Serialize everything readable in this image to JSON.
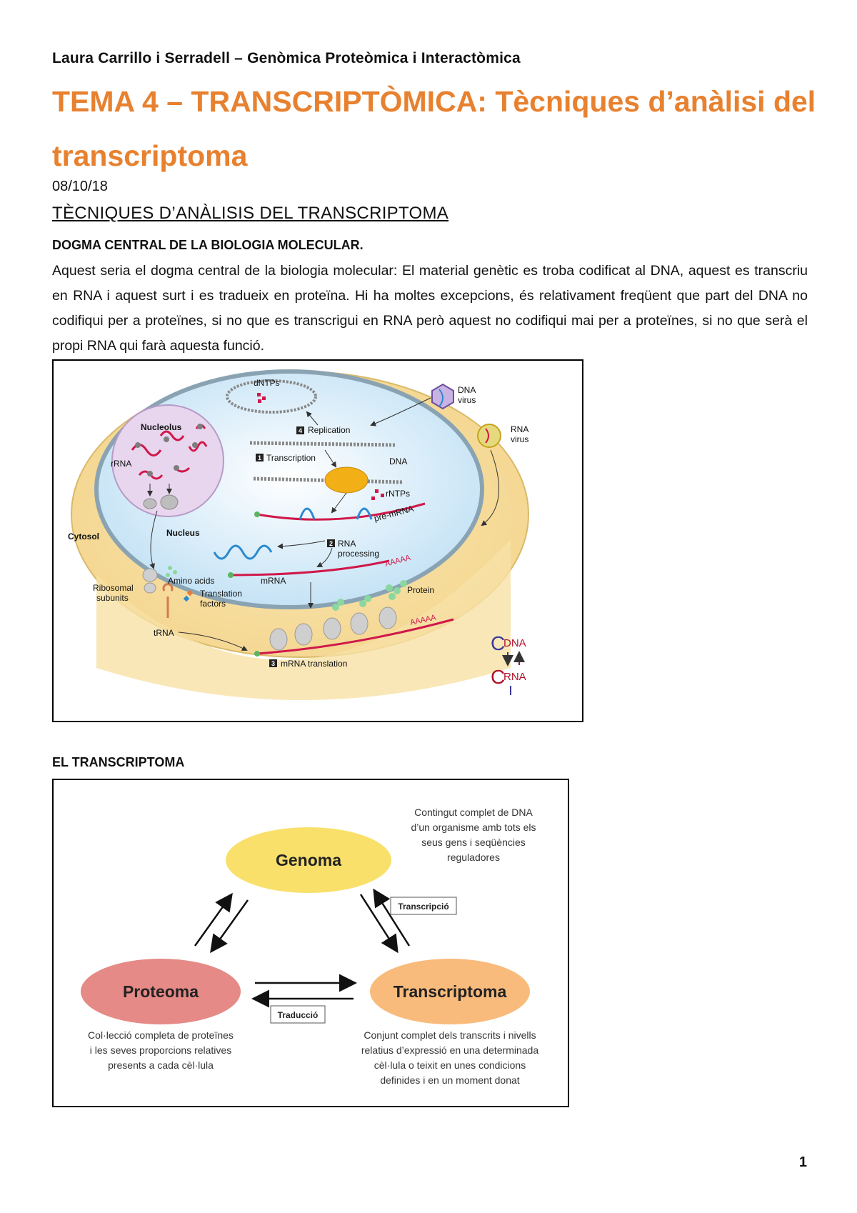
{
  "header": {
    "author": "Laura Carrillo i Serradell – Genòmica Proteòmica i Interactòmica",
    "title": "TEMA 4 – TRANSCRIPTÒMICA: Tècniques d’anàlisi del transcriptoma",
    "date": "08/10/18",
    "title_color": "#e8812f"
  },
  "section": {
    "heading": "TÈCNIQUES D’ANÀLISIS DEL TRANSCRIPTOMA",
    "subheading": "DOGMA CENTRAL DE LA BIOLOGIA MOLECULAR.",
    "paragraph": "Aquest seria el dogma central de la biologia molecular: El material genètic es troba codificat al DNA, aquest es transcriu en RNA i aquest surt i es tradueix en proteïna. Hi ha moltes excepcions, és relativament freqüent que part del DNA no codifiqui per a proteïnes, si no que es transcrigui en RNA però aquest no codifiqui mai per a proteïnes, si no que serà el propi RNA qui farà aquesta funció."
  },
  "figure1": {
    "labels": {
      "dntps": "dNTPs",
      "replication": "Replication",
      "transcription": "Transcription",
      "dna": "DNA",
      "rntps": "rNTPs",
      "premrna": "pre-mRNA",
      "rna_processing_1": "RNA",
      "rna_processing_2": "processing",
      "aaaaa": "AAAAA",
      "mrna": "mRNA",
      "nucleolus": "Nucleolus",
      "rrna": "rRNA",
      "nucleus": "Nucleus",
      "cytosol": "Cytosol",
      "ribosomal_1": "Ribosomal",
      "ribosomal_2": "subunits",
      "amino_acids": "Amino acids",
      "translation_1": "Translation",
      "translation_2": "factors",
      "trna": "tRNA",
      "mrna_translation": "mRNA translation",
      "protein": "Protein",
      "dna_virus_1": "DNA",
      "dna_virus_2": "virus",
      "rna_virus_1": "RNA",
      "rna_virus_2": "virus",
      "step1": "1",
      "step2": "2",
      "step3": "3",
      "step4": "4",
      "corner_dna": "DNA",
      "corner_rna": "RNA",
      "corner_c": "C"
    }
  },
  "transcriptome": {
    "heading": "EL TRANSCRIPTOMA",
    "genoma": "Genoma",
    "proteoma": "Proteoma",
    "transcriptoma": "Transcriptoma",
    "transcripcio": "Transcripció",
    "traduccio": "Traducció",
    "genoma_desc": [
      "Contingut complet de DNA",
      "d’un organisme amb tots els",
      "seus gens i seqüències",
      "reguladores"
    ],
    "proteoma_desc": [
      "Col·lecció completa de proteïnes",
      "i les seves proporcions relatives",
      "presents a cada cèl·lula"
    ],
    "transcriptoma_desc": [
      "Conjunt complet dels transcrits i nivells",
      "relatius d’expressió en una determinada",
      "cèl·lula o teixit en unes condicions",
      "definides i en un moment donat"
    ],
    "colors": {
      "genoma": "#f9e06b",
      "proteoma": "#e58a86",
      "transcriptoma": "#f9bb7c"
    }
  },
  "footer": {
    "page_number": "1"
  }
}
